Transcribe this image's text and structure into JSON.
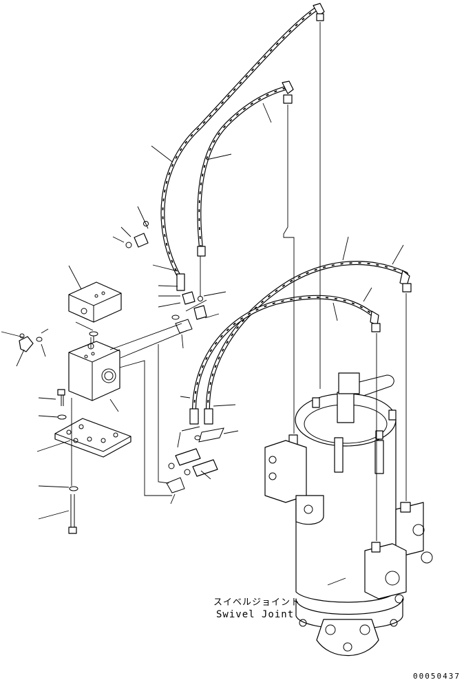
{
  "diagram": {
    "component_label_jp": "スイベルジョイント",
    "component_label_en": "Swivel Joint",
    "drawing_code": "00050437"
  }
}
